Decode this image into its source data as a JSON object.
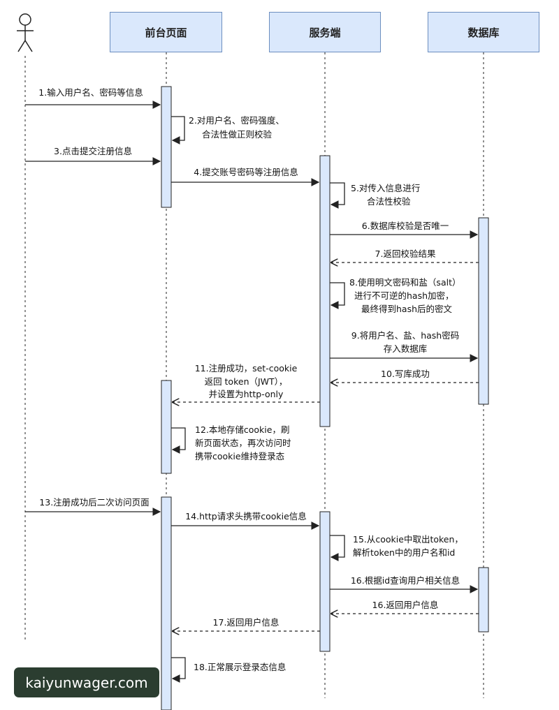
{
  "participants": {
    "frontend": "前台页面",
    "server": "服务端",
    "database": "数据库"
  },
  "messages": {
    "m1": "1.输入用户名、密码等信息",
    "m2_l1": "2.对用户名、密码强度、",
    "m2_l2": "合法性做正则校验",
    "m3": "3.点击提交注册信息",
    "m4": "4.提交账号密码等注册信息",
    "m5_l1": "5.对传入信息进行",
    "m5_l2": "合法性校验",
    "m6": "6.数据库校验是否唯一",
    "m7": "7.返回校验结果",
    "m8_l1": "8.使用明文密码和盐（salt）",
    "m8_l2": "进行不可逆的hash加密，",
    "m8_l3": "最终得到hash后的密文",
    "m9_l1": "9.将用户名、盐、hash密码",
    "m9_l2": "存入数据库",
    "m10": "10.写库成功",
    "m11_l1": "11.注册成功，set-cookie",
    "m11_l2": "返回 token（JWT），",
    "m11_l3": "并设置为http-only",
    "m12_l1": "12.本地存储cookie，刷",
    "m12_l2": "新页面状态，再次访问时",
    "m12_l3": "携带cookie维持登录态",
    "m13": "13.注册成功后二次访问页面",
    "m14": "14.http请求头携带cookie信息",
    "m15_l1": "15.从cookie中取出token，",
    "m15_l2": "解析token中的用户名和id",
    "m16a": "16.根据id查询用户相关信息",
    "m16b": "16.返回用户信息",
    "m17": "17.返回用户信息",
    "m18": "18.正常展示登录态信息"
  },
  "watermark": "kaiyunwager.com",
  "colors": {
    "participant_fill": "#dae8fc",
    "participant_border": "#6c8ebf",
    "activation_fill": "#dae8fc",
    "line": "#222222",
    "watermark_bg": "#2b3d30"
  },
  "icons": {
    "actor": "stick-figure-actor-icon"
  }
}
